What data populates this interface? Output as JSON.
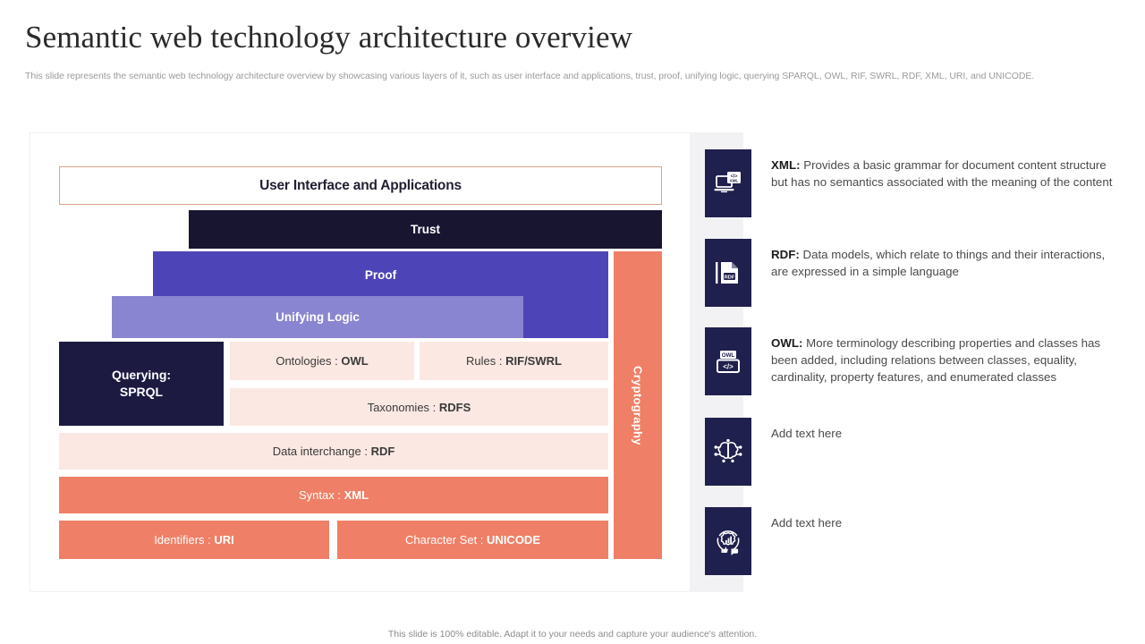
{
  "header": {
    "title": "Semantic web technology architecture overview",
    "subtitle": "This slide represents the semantic web technology architecture overview by showcasing various layers of it, such as user interface and applications, trust, proof, unifying logic, querying SPARQL,  OWL, RIF,  SWRL, RDF, XML,  URI, and UNICODE."
  },
  "diagram": {
    "user_interface": "User Interface and Applications",
    "trust": "Trust",
    "proof": "Proof",
    "unifying_logic": "Unifying Logic",
    "querying": "Querying:",
    "querying_value": "SPRQL",
    "ontologies_label": "Ontologies :",
    "ontologies_value": "OWL",
    "rules_label": "Rules :",
    "rules_value": "RIF/SWRL",
    "taxonomies_label": "Taxonomies :",
    "taxonomies_value": "RDFS",
    "data_interchange_label": "Data interchange :",
    "data_interchange_value": "RDF",
    "syntax_label": "Syntax :",
    "syntax_value": "XML",
    "identifiers_label": "Identifiers :",
    "identifiers_value": "URI",
    "charset_label": "Character Set :",
    "charset_value": "UNICODE",
    "cryptography": "Cryptography"
  },
  "list": [
    {
      "icon": "laptop-xml-icon",
      "term": "XML:",
      "description": " Provides a basic grammar for document content structure  but has no semantics associated with the meaning of the content"
    },
    {
      "icon": "document-rdf-icon",
      "term": "RDF:",
      "description": " Data models, which relate to things and their interactions, are expressed in a simple language"
    },
    {
      "icon": "owl-code-icon",
      "term": "OWL:",
      "description": " More terminology describing properties and classes has been added, including relations between classes, equality, cardinality, property features, and enumerated classes"
    },
    {
      "icon": "brain-circuit-icon",
      "term": "",
      "description": "Add text here"
    },
    {
      "icon": "gear-network-icon",
      "term": "",
      "description": "Add text here"
    }
  ],
  "footer": {
    "note": "This slide is 100% editable. Adapt it to your needs and capture your audience's attention."
  },
  "colors": {
    "navy_dark": "#181531",
    "navy": "#1d1a42",
    "icon_navy": "#20204e",
    "purple": "#4d45b7",
    "purple_light": "#8a85d0",
    "salmon": "#ef7f66",
    "pale_pink": "#fbe8e2",
    "outline": "#d9a48c",
    "strip_gray": "#f2f2f4"
  }
}
